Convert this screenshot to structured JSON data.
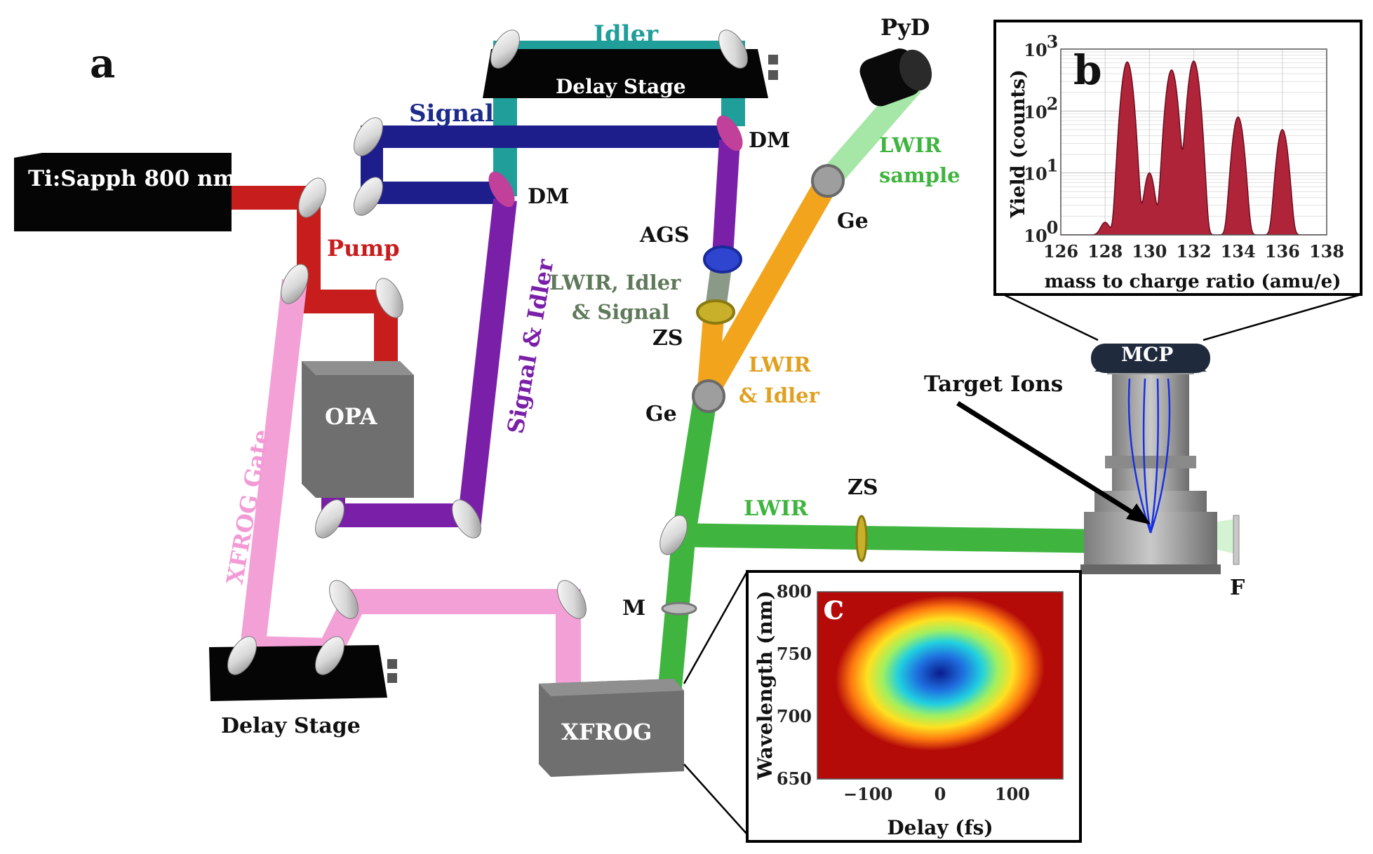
{
  "panels": {
    "a": "a",
    "b": "b",
    "c": "c"
  },
  "components": {
    "laser": "Ti:Sapph 800 nm",
    "opa": "OPA",
    "xfrog": "XFROG",
    "mcp": "MCP",
    "delay_stage_top": "Delay Stage",
    "delay_stage_bottom": "Delay Stage",
    "pyd": "PyD"
  },
  "beams": {
    "idler": "Idler",
    "signal": "Signal",
    "pump": "Pump",
    "signal_idler": "Signal & Idler",
    "xfrog_gate": "XFROG Gate",
    "lwir_idler_signal_1": "LWIR, Idler",
    "lwir_idler_signal_2": "& Signal",
    "lwir_idler_1": "LWIR",
    "lwir_idler_2": "& Idler",
    "lwir_sample_1": "LWIR",
    "lwir_sample_2": "sample",
    "lwir": "LWIR"
  },
  "optics": {
    "dm_top": "DM",
    "dm_mid": "DM",
    "ags": "AGS",
    "zs_mid": "ZS",
    "ge_lower": "Ge",
    "ge_upper": "Ge",
    "zs_right": "ZS",
    "m": "M",
    "f": "F",
    "target_ions": "Target Ions"
  },
  "colors": {
    "pump": "#c81d1d",
    "signal": "#1d1d8c",
    "idler": "#1f9e9a",
    "signal_idler": "#7a1fa8",
    "xfrog_gate": "#f3a0d6",
    "lwir": "#3fb53f",
    "lwir_idler": "#f2a41c",
    "lwir_idler_signal": "#8a9a86",
    "lwir_sample": "#a6e6a6",
    "ms_fill": "#b0243a",
    "lbl_pump": "#c81d1d",
    "lbl_signal": "#1d2c8c",
    "lbl_idler": "#1f9e9a",
    "lbl_signal_idler": "#7a1fa8",
    "lbl_xfrog_gate": "#f29ad6",
    "lbl_lwir_idler_signal": "#5f7a5a",
    "lbl_lwir_idler": "#e0a020",
    "lbl_lwir_green": "#3fb53f"
  },
  "chart_data": [
    {
      "id": "b",
      "type": "area",
      "xlabel": "mass to charge ratio (amu/e)",
      "ylabel": "Yield (counts)",
      "xlim": [
        126,
        138
      ],
      "ylim": [
        1,
        1000
      ],
      "yscale": "log",
      "grid": true,
      "x_ticks": [
        "126",
        "128",
        "130",
        "132",
        "134",
        "136",
        "138"
      ],
      "y_tick_base": "10",
      "y_tick_exponents": [
        "0",
        "1",
        "2",
        "3"
      ],
      "peaks": [
        {
          "x": 128,
          "y": 1.6
        },
        {
          "x": 129,
          "y": 620
        },
        {
          "x": 130,
          "y": 10
        },
        {
          "x": 131,
          "y": 460
        },
        {
          "x": 132,
          "y": 640
        },
        {
          "x": 134,
          "y": 80
        },
        {
          "x": 136,
          "y": 50
        }
      ]
    },
    {
      "id": "c",
      "type": "heatmap",
      "xlabel": "Delay (fs)",
      "ylabel": "Wavelength (nm)",
      "xlim": [
        -170,
        170
      ],
      "ylim": [
        650,
        800
      ],
      "x_ticks": [
        "−100",
        "0",
        "100"
      ],
      "y_ticks": [
        "800",
        "750",
        "700",
        "650"
      ],
      "colormap": "jet",
      "peak_center": {
        "delay_fs": 0,
        "wavelength_nm": 733
      }
    }
  ]
}
